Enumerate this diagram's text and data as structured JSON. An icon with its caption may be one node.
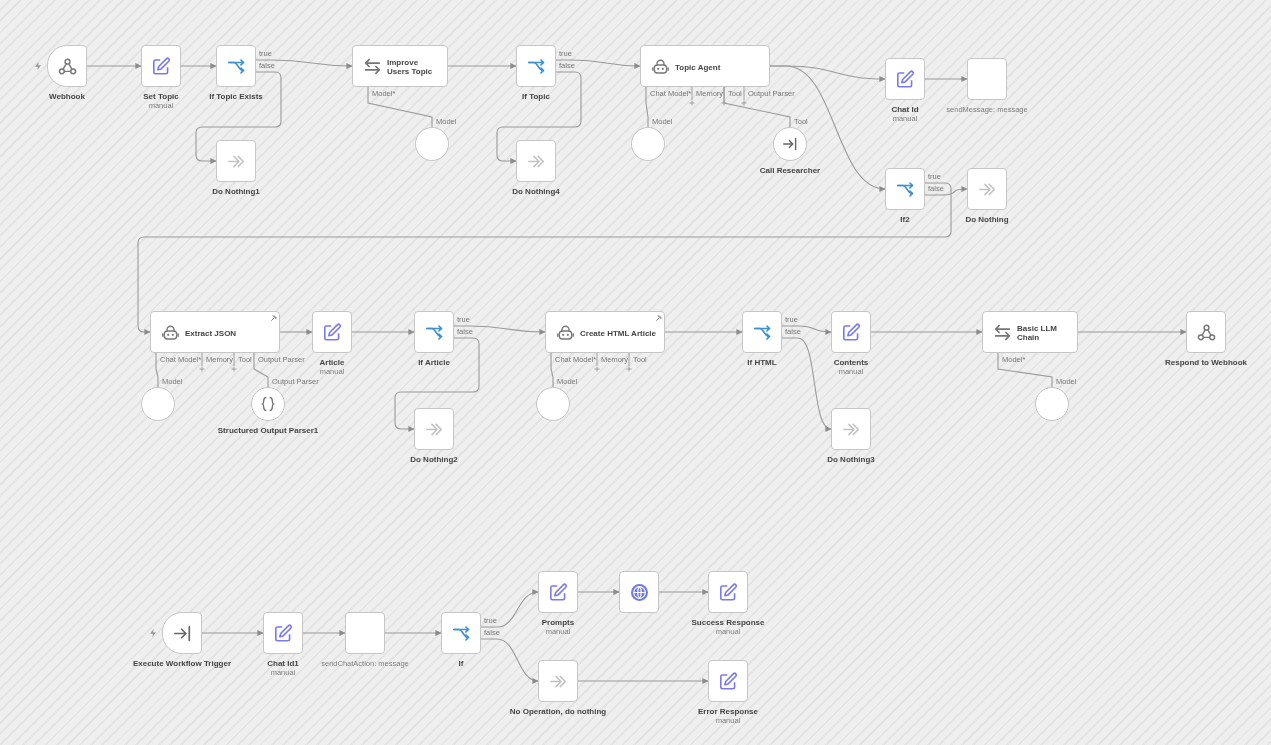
{
  "diagram": {
    "nodes": [
      {
        "text": [
          "Webhook"
        ]
      },
      {
        "text": [
          "Set Topic",
          "manual"
        ]
      },
      {
        "text": [
          "If Topic Exists"
        ]
      },
      {
        "text": [
          "Do Nothing1"
        ]
      },
      {
        "text": [
          "Improve Users Topic"
        ],
        "beside": [
          "Model*"
        ]
      },
      {
        "text": [],
        "shape": "circle",
        "beside": [
          "Model"
        ]
      },
      {
        "text": [
          "If Topic"
        ]
      },
      {
        "text": [
          "Do Nothing4"
        ]
      },
      {
        "text": [
          "Topic Agent"
        ],
        "beside": [
          "Chat Model*",
          "Memory",
          "Tool",
          "Output Parser"
        ]
      },
      {
        "text": [],
        "shape": "circle",
        "beside": [
          "Model"
        ]
      },
      {
        "text": [
          "Call Researcher"
        ],
        "beside": [
          "Tool"
        ]
      },
      {
        "text": [
          "Chat Id",
          "manual"
        ]
      },
      {
        "text": [
          "sendMessage: message"
        ]
      },
      {
        "text": [
          "If2"
        ]
      },
      {
        "text": [
          "Do Nothing"
        ]
      },
      {
        "text": [
          "Extract JSON"
        ],
        "beside": [
          "Chat Model*",
          "Memory",
          "Tool",
          "Output Parser"
        ]
      },
      {
        "text": [],
        "shape": "circle",
        "beside": [
          "Model"
        ]
      },
      {
        "text": [
          "Structured Output Parser1"
        ],
        "beside": [
          "Output Parser"
        ]
      },
      {
        "text": [
          "Article",
          "manual"
        ]
      },
      {
        "text": [
          "If Article"
        ]
      },
      {
        "text": [
          "Do Nothing2"
        ]
      },
      {
        "text": [
          "Create HTML Article"
        ],
        "beside": [
          "Chat Model*",
          "Memory",
          "Tool"
        ]
      },
      {
        "text": [],
        "shape": "circle",
        "beside": [
          "Model"
        ]
      },
      {
        "text": [
          "If HTML"
        ]
      },
      {
        "text": [
          "Contents",
          "manual"
        ]
      },
      {
        "text": [
          "Do Nothing3"
        ]
      },
      {
        "text": [
          "Basic LLM Chain"
        ],
        "beside": [
          "Model*"
        ]
      },
      {
        "text": [],
        "shape": "circle",
        "beside": [
          "Model"
        ]
      },
      {
        "text": [
          "Respond to Webhook"
        ]
      },
      {
        "text": [
          "Execute Workflow Trigger"
        ]
      },
      {
        "text": [
          "Chat Id1",
          "manual"
        ]
      },
      {
        "text": [
          "sendChatAction: message"
        ]
      },
      {
        "text": [
          "If"
        ]
      },
      {
        "text": [
          "Prompts",
          "manual"
        ]
      },
      {
        "text": [],
        "shape": "box"
      },
      {
        "text": [
          "Success Response",
          "manual"
        ]
      },
      {
        "text": [
          "No Operation, do nothing"
        ]
      },
      {
        "text": [
          "Error Response",
          "manual"
        ]
      }
    ],
    "edges": [
      {
        "from": 0,
        "to": 1,
        "arrow": "to"
      },
      {
        "from": 1,
        "to": 2,
        "arrow": "to"
      },
      {
        "from": 2,
        "to": 4,
        "arrow": "to",
        "label": "true"
      },
      {
        "from": 2,
        "to": 3,
        "arrow": "to",
        "label": "false"
      },
      {
        "from": 5,
        "to": 4,
        "arrow": "none"
      },
      {
        "from": 4,
        "to": 6,
        "arrow": "to"
      },
      {
        "from": 6,
        "to": 8,
        "arrow": "to",
        "label": "true"
      },
      {
        "from": 6,
        "to": 7,
        "arrow": "to",
        "label": "false"
      },
      {
        "from": 9,
        "to": 8,
        "arrow": "none"
      },
      {
        "from": 10,
        "to": 8,
        "arrow": "none"
      },
      {
        "from": 8,
        "to": 11,
        "arrow": "to"
      },
      {
        "from": 8,
        "to": 13,
        "arrow": "to"
      },
      {
        "from": 11,
        "to": 12,
        "arrow": "to"
      },
      {
        "from": 13,
        "to": 15,
        "arrow": "to",
        "label": "true"
      },
      {
        "from": 13,
        "to": 14,
        "arrow": "to",
        "label": "false"
      },
      {
        "from": 16,
        "to": 15,
        "arrow": "none"
      },
      {
        "from": 17,
        "to": 15,
        "arrow": "none"
      },
      {
        "from": 15,
        "to": 18,
        "arrow": "to"
      },
      {
        "from": 18,
        "to": 19,
        "arrow": "to"
      },
      {
        "from": 19,
        "to": 21,
        "arrow": "to",
        "label": "true"
      },
      {
        "from": 19,
        "to": 20,
        "arrow": "to",
        "label": "false"
      },
      {
        "from": 22,
        "to": 21,
        "arrow": "none"
      },
      {
        "from": 21,
        "to": 23,
        "arrow": "to"
      },
      {
        "from": 23,
        "to": 24,
        "arrow": "to",
        "label": "true"
      },
      {
        "from": 23,
        "to": 25,
        "arrow": "to",
        "label": "false"
      },
      {
        "from": 24,
        "to": 26,
        "arrow": "to"
      },
      {
        "from": 27,
        "to": 26,
        "arrow": "none"
      },
      {
        "from": 26,
        "to": 28,
        "arrow": "to"
      },
      {
        "from": 29,
        "to": 30,
        "arrow": "to"
      },
      {
        "from": 30,
        "to": 31,
        "arrow": "to"
      },
      {
        "from": 31,
        "to": 32,
        "arrow": "to"
      },
      {
        "from": 32,
        "to": 33,
        "arrow": "to",
        "label": "true"
      },
      {
        "from": 33,
        "to": 34,
        "arrow": "to"
      },
      {
        "from": 34,
        "to": 35,
        "arrow": "to"
      },
      {
        "from": 32,
        "to": 36,
        "arrow": "to",
        "label": "false"
      },
      {
        "from": 36,
        "to": 37,
        "arrow": "to"
      }
    ]
  }
}
